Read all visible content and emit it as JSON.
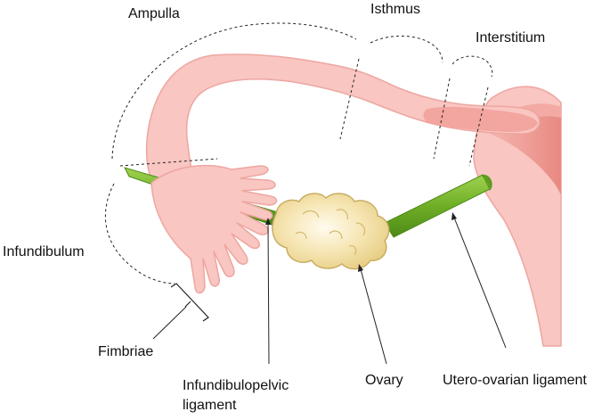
{
  "labels": {
    "ampulla": "Ampulla",
    "isthmus": "Isthmus",
    "interstitium": "Interstitium",
    "infundibulum": "Infundibulum",
    "fimbriae": "Fimbriae",
    "infundibulopelvic_line1": "Infundibulopelvic",
    "infundibulopelvic_line2": "ligament",
    "ovary": "Ovary",
    "utero_ovarian": "Utero-ovarian ligament"
  },
  "colors": {
    "tube_fill": "#f9c6c2",
    "tube_stroke": "#eea6a0",
    "uterus_inner": "#ef9a94",
    "uterus_core": "#e98780",
    "ligament": "#7cb82f",
    "ligament_dark": "#4d8a17",
    "ovary_fill": "#f3dfa5",
    "ovary_stroke": "#c9ad62",
    "line": "#222222"
  }
}
